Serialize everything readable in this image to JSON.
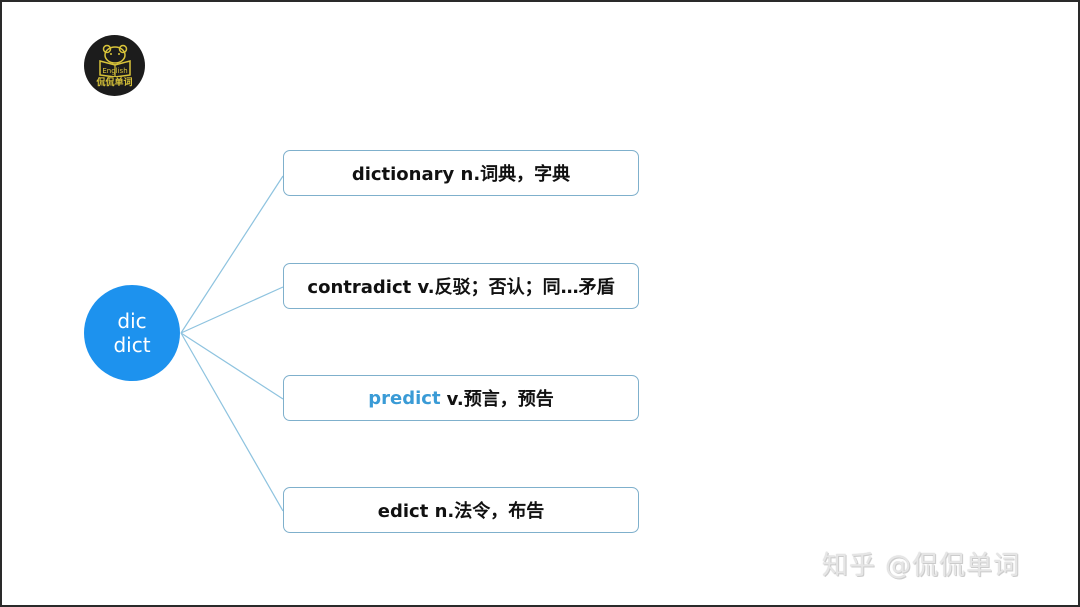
{
  "logo": {
    "label": "侃侃单词",
    "badge_text": "English",
    "bg_color": "#1c1c1c",
    "accent_color": "#d9c43a"
  },
  "root": {
    "line1": "dic",
    "line2": "dict",
    "color": "#1d92ee"
  },
  "nodes": [
    {
      "highlight": "",
      "text": "dictionary n.词典，字典"
    },
    {
      "highlight": "",
      "text": "contradict v.反驳；否认；同…矛盾"
    },
    {
      "highlight": "predict",
      "text": "v.预言，预告"
    },
    {
      "highlight": "",
      "text": "edict n.法令，布告"
    }
  ],
  "watermark": "知乎 @侃侃单词",
  "colors": {
    "connector": "#8ec3df",
    "node_border": "#7fb0cc",
    "highlight": "#3a9bd6"
  }
}
